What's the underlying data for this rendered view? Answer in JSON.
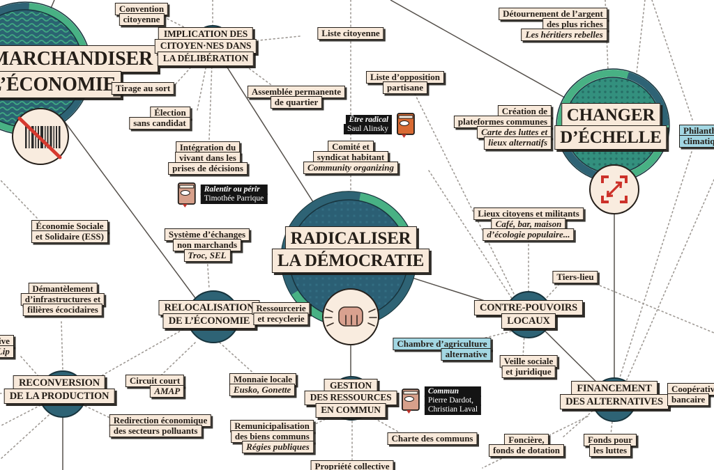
{
  "diagram_type": "concept-map",
  "central_theme": "RADICALISER LA DÉMOCRATIE",
  "colors": {
    "background": "#ffffff",
    "label_bg": "#f8e9da",
    "label_border": "#241f1a",
    "node_circle": "#2e6375",
    "ring_green": "#48b184",
    "pattern_green": "#3fa981",
    "blue_label_bg": "#a3d7e3",
    "black_label_bg": "#141414",
    "accent_red": "#cf352c",
    "book_orange": "#d96a33",
    "book_pink": "#d7a08b"
  },
  "icons": [
    {
      "id": "barcode-crossed-icon",
      "meaning": "barcode with red slash (démarchandiser)"
    },
    {
      "id": "fist-icon",
      "meaning": "raised fist (radicaliser)"
    },
    {
      "id": "expand-icon",
      "meaning": "red scale-up arrows (changer d'échelle)"
    },
    {
      "id": "book-icon",
      "meaning": "book reference"
    }
  ],
  "nodes": [
    {
      "id": "demarchandiser-economie",
      "lines": [
        "DÉMARCHANDISER",
        "L’ÉCONOMIE"
      ]
    },
    {
      "id": "implication-citoyens",
      "lines": [
        "IMPLICATION DES",
        "CITOYEN·NES DANS",
        "LA DÉLIBÉRATION"
      ]
    },
    {
      "id": "radicaliser-democratie",
      "lines": [
        "RADICALISER",
        "LA DÉMOCRATIE"
      ]
    },
    {
      "id": "changer-echelle",
      "lines": [
        "CHANGER",
        "D’ÉCHELLE"
      ]
    },
    {
      "id": "relocalisation-economie",
      "lines": [
        "RELOCALISATION",
        "DE L’ÉCONOMIE"
      ]
    },
    {
      "id": "contre-pouvoirs-locaux",
      "lines": [
        "CONTRE-POUVOIRS",
        "LOCAUX"
      ]
    },
    {
      "id": "reconversion-production",
      "lines": [
        "RECONVERSION",
        "DE LA PRODUCTION"
      ]
    },
    {
      "id": "gestion-ressources",
      "lines": [
        "GESTION",
        "DES RESSOURCES",
        "EN COMMUN"
      ]
    },
    {
      "id": "financement-alternatives",
      "lines": [
        "FINANCEMENT",
        "DES ALTERNATIVES"
      ]
    }
  ],
  "leaves": [
    {
      "id": "convention-citoyenne",
      "lines": [
        {
          "t": "Convention"
        },
        {
          "t": "citoyenne"
        }
      ]
    },
    {
      "id": "liste-citoyenne",
      "lines": [
        {
          "t": "Liste citoyenne"
        }
      ]
    },
    {
      "id": "detournement-argent",
      "lines": [
        {
          "t": "Détournement de l’argent"
        },
        {
          "t": "des plus riches"
        },
        {
          "t": "Les héritiers rebelles",
          "i": true
        }
      ]
    },
    {
      "id": "tirage-au-sort",
      "lines": [
        {
          "t": "Tirage au sort"
        }
      ]
    },
    {
      "id": "election-sans-candidat",
      "lines": [
        {
          "t": "Élection"
        },
        {
          "t": "sans candidat"
        }
      ]
    },
    {
      "id": "assemblee-permanente",
      "lines": [
        {
          "t": "Assemblée permanente"
        },
        {
          "t": "de quartier"
        }
      ]
    },
    {
      "id": "liste-opposition",
      "lines": [
        {
          "t": "Liste d’opposition"
        },
        {
          "t": "partisane"
        }
      ]
    },
    {
      "id": "creation-plateformes",
      "lines": [
        {
          "t": "Création de"
        },
        {
          "t": "plateformes communes"
        },
        {
          "t": "Carte des luttes et",
          "i": true
        },
        {
          "t": "lieux alternatifs",
          "i": true
        }
      ]
    },
    {
      "id": "philanthropie-climatique",
      "highlight": "blue",
      "lines": [
        {
          "t": "Philanthropie"
        },
        {
          "t": "climatique"
        }
      ]
    },
    {
      "id": "comite-syndicat",
      "lines": [
        {
          "t": "Comité et"
        },
        {
          "t": "syndicat habitant"
        },
        {
          "t": "Community organizing",
          "i": true
        }
      ]
    },
    {
      "id": "integration-vivant",
      "lines": [
        {
          "t": "Intégration du"
        },
        {
          "t": "vivant dans les"
        },
        {
          "t": "prises de décisions"
        }
      ]
    },
    {
      "id": "economie-sociale",
      "lines": [
        {
          "t": "Économie Sociale"
        },
        {
          "t": "et Solidaire (ESS)"
        }
      ]
    },
    {
      "id": "systeme-echanges",
      "lines": [
        {
          "t": "Système d’échanges"
        },
        {
          "t": "non marchands"
        },
        {
          "t": "Troc, SEL",
          "i": true
        }
      ]
    },
    {
      "id": "lieux-citoyens",
      "lines": [
        {
          "t": "Lieux citoyens et militants"
        },
        {
          "t": "Café, bar, maison",
          "i": true
        },
        {
          "t": "d’écologie populaire...",
          "i": true
        }
      ]
    },
    {
      "id": "tiers-lieu",
      "lines": [
        {
          "t": "Tiers-lieu"
        }
      ]
    },
    {
      "id": "demantelement",
      "lines": [
        {
          "t": "Démantèlement"
        },
        {
          "t": "d’infrastructures et"
        },
        {
          "t": "filières écocidaires"
        }
      ]
    },
    {
      "id": "ressourcerie",
      "lines": [
        {
          "t": "Ressourcerie"
        },
        {
          "t": "et recyclerie"
        }
      ]
    },
    {
      "id": "chambre-agriculture",
      "highlight": "blue",
      "lines": [
        {
          "t": "Chambre d’agriculture"
        },
        {
          "t": "alternative"
        }
      ]
    },
    {
      "id": "veille-sociale",
      "lines": [
        {
          "t": "Veille sociale"
        },
        {
          "t": "et juridique"
        }
      ]
    },
    {
      "id": "cooperative-lip",
      "lines": [
        {
          "t": "Coopérative"
        },
        {
          "t": "Lip",
          "i": true
        }
      ]
    },
    {
      "id": "circuit-court",
      "lines": [
        {
          "t": "Circuit court"
        },
        {
          "t": "AMAP",
          "i": true
        }
      ]
    },
    {
      "id": "monnaie-locale",
      "lines": [
        {
          "t": "Monnaie locale"
        },
        {
          "t": "Eusko, Gonette",
          "i": true
        }
      ]
    },
    {
      "id": "cooperative-bancaire",
      "lines": [
        {
          "t": "Coopérative"
        },
        {
          "t": "bancaire"
        }
      ]
    },
    {
      "id": "redirection-economique",
      "lines": [
        {
          "t": "Redirection économique"
        },
        {
          "t": "des secteurs polluants"
        }
      ]
    },
    {
      "id": "remunicipalisation",
      "lines": [
        {
          "t": "Remunicipalisation"
        },
        {
          "t": "des biens communs"
        },
        {
          "t": "Régies publiques",
          "i": true
        }
      ]
    },
    {
      "id": "charte-communs",
      "lines": [
        {
          "t": "Charte des communs"
        }
      ]
    },
    {
      "id": "fonciere-fonds",
      "lines": [
        {
          "t": "Foncière,"
        },
        {
          "t": "fonds de dotation"
        }
      ]
    },
    {
      "id": "fonds-luttes",
      "lines": [
        {
          "t": "Fonds pour"
        },
        {
          "t": "les luttes"
        }
      ]
    },
    {
      "id": "propriete-collective",
      "lines": [
        {
          "t": "Propriété collective"
        }
      ]
    }
  ],
  "books": [
    {
      "id": "etre-radical",
      "title": "Être radical",
      "authors": [
        "Saul Alinsky"
      ],
      "color": "#d96a33"
    },
    {
      "id": "ralentir-ou-perir",
      "title": "Ralentir ou périr",
      "authors": [
        "Timothée Parrique"
      ],
      "color": "#d7a08b"
    },
    {
      "id": "commun",
      "title": "Commun",
      "authors": [
        "Pierre Dardot,",
        "Christian Laval"
      ],
      "color": "#d7a08b"
    }
  ]
}
